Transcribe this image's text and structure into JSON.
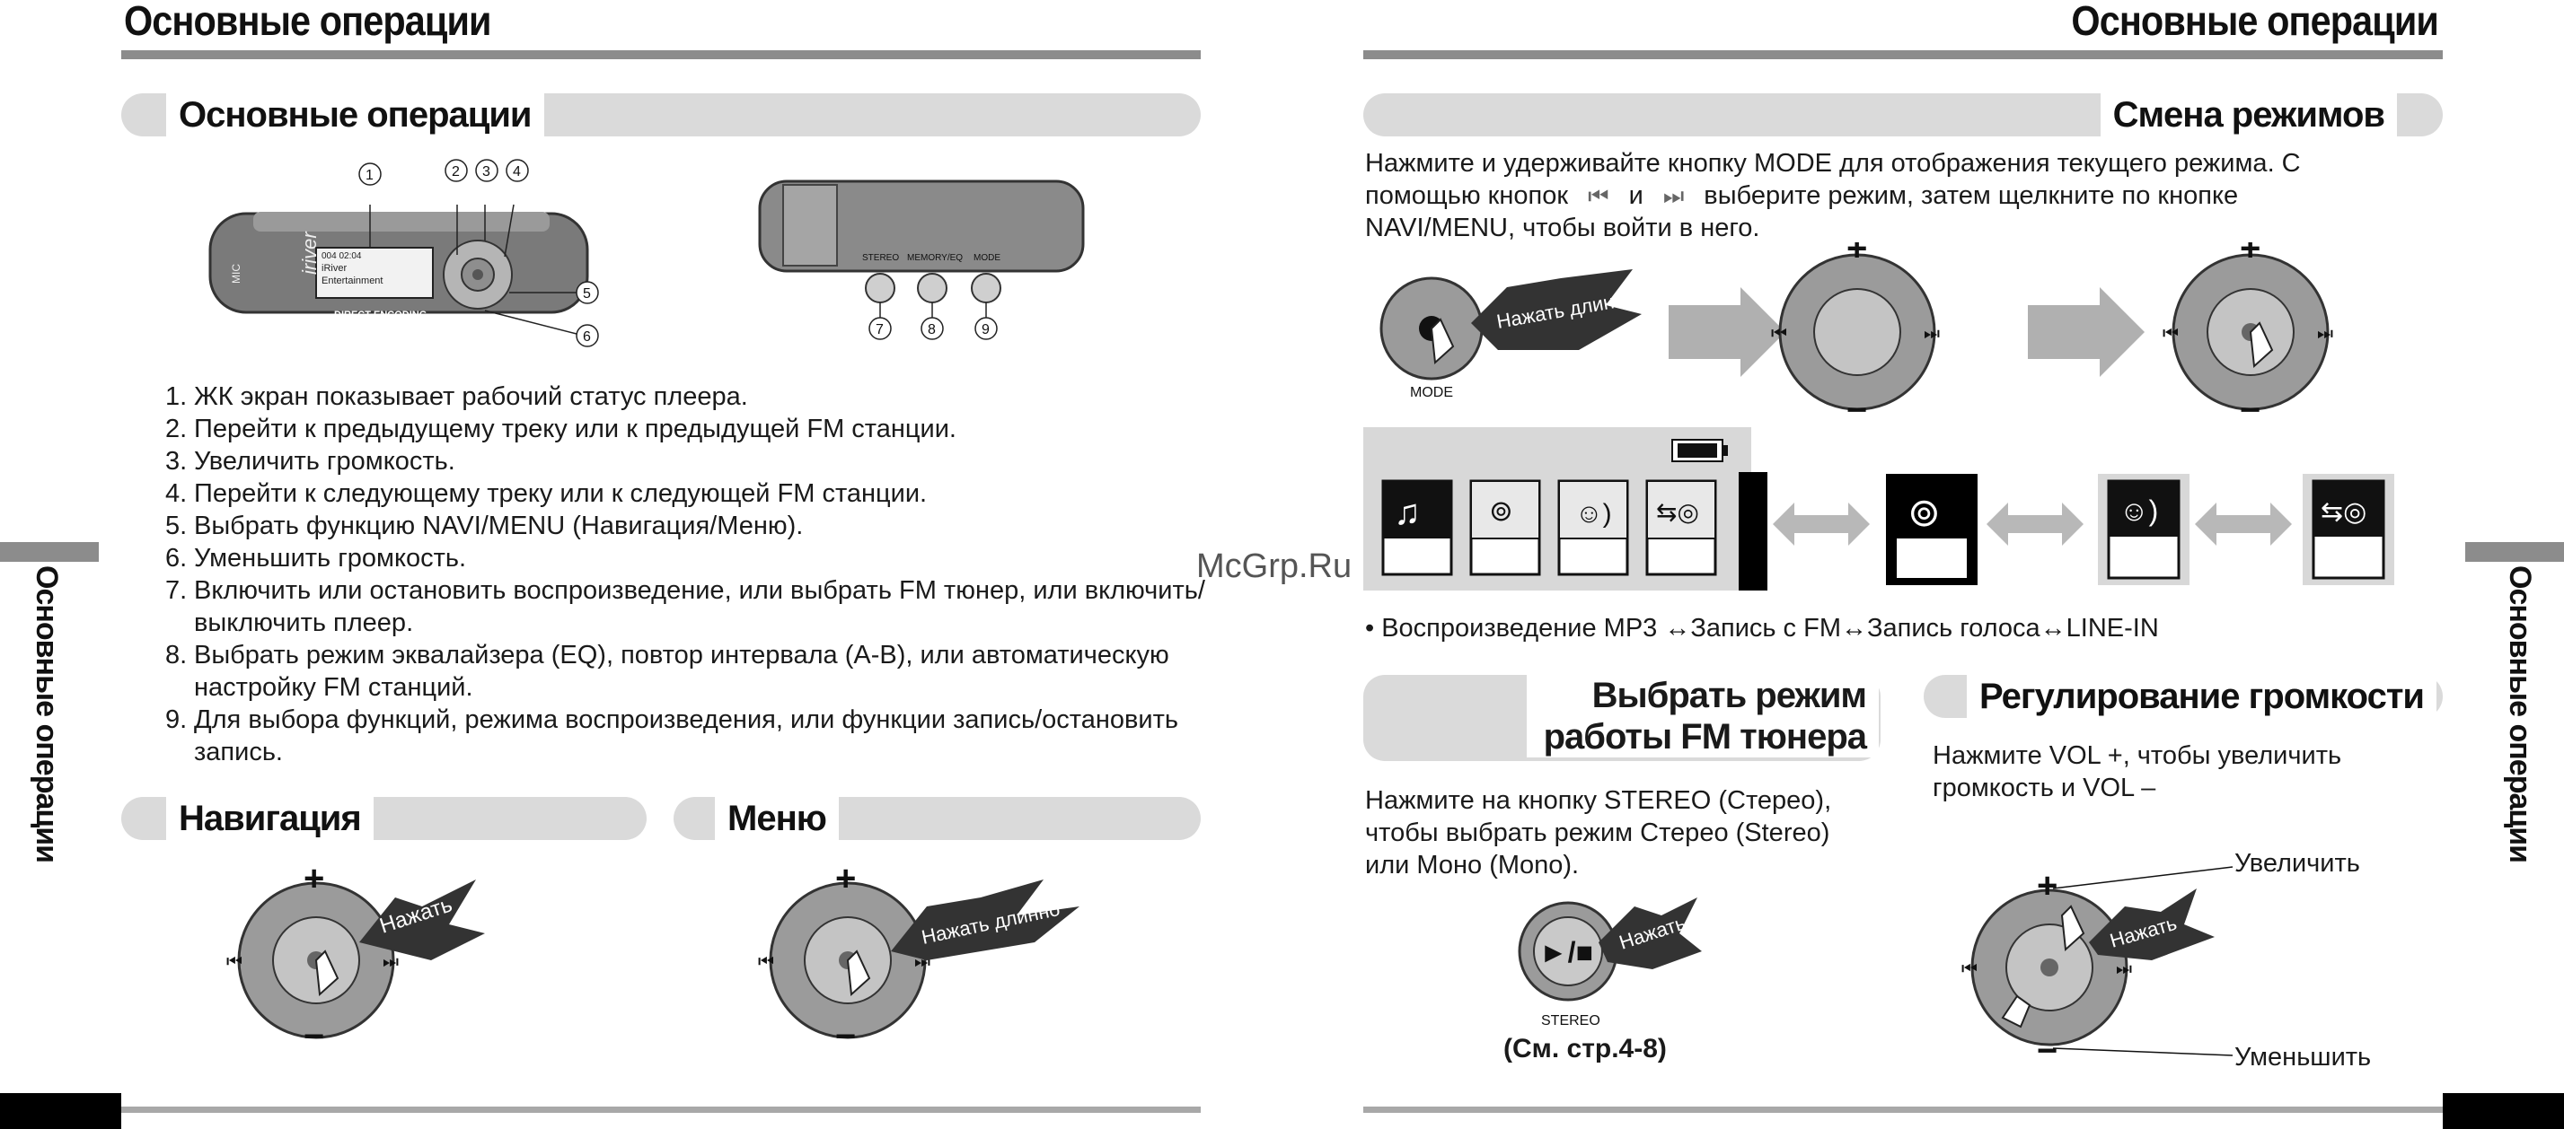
{
  "left_page": {
    "header_title": "Основные операции",
    "section_title": "Основные операции",
    "diagram": {
      "callouts": [
        "1",
        "2",
        "3",
        "4",
        "5",
        "6",
        "7",
        "8",
        "9"
      ],
      "lcd_lines": [
        "004  02:04",
        "iRiver",
        "Entertainment",
        "DIRECT ENCODING"
      ],
      "mic_label": "MIC",
      "brand": "iriver",
      "button_labels": [
        "STEREO",
        "MEMORY/EQ",
        "MODE"
      ]
    },
    "items": [
      {
        "num": "1.",
        "text": "ЖК экран показывает рабочий статус плеера."
      },
      {
        "num": "2.",
        "text": "Перейти к предыдущему треку или к предыдущей FM станции."
      },
      {
        "num": "3.",
        "text": "Увеличить громкость."
      },
      {
        "num": "4.",
        "text": "Перейти к следующему треку или к следующей FM станции."
      },
      {
        "num": "5.",
        "text": "Выбрать функцию NAVI/MENU (Навигация/Меню)."
      },
      {
        "num": "6.",
        "text": "Уменьшить громкость."
      },
      {
        "num": "7.",
        "text": "Включить или остановить воспроизведение, или выбрать FM тюнер, или включить/",
        "cont": "выключить плеер."
      },
      {
        "num": "8.",
        "text": "Выбрать режим эквалайзера (EQ), повтор интервала (A-B), или автоматическую",
        "cont": "настройку FM станций."
      },
      {
        "num": "9.",
        "text": "Для выбора функций, режима воспроизведения, или функции запись/остановить",
        "cont": "запись."
      }
    ],
    "nav_section": {
      "title": "Навигация",
      "bubble": "Нажать",
      "plus": "+",
      "minus": "−"
    },
    "menu_section": {
      "title": "Меню",
      "bubble": "Нажать длинно",
      "plus": "+",
      "minus": "−"
    },
    "side_text": "Основные операции"
  },
  "right_page": {
    "header_title": "Основные операции",
    "mode_section": {
      "title": "Смена режимов",
      "text_lines": [
        "Нажмите и удерживайте кнопку MODE для отображения текущего режима. С",
        "помощью кнопок",
        "и",
        "выберите режим, затем щелкните по кнопке",
        "NAVI/MENU, чтобы войти в него."
      ],
      "mode_label": "MODE",
      "bubble": "Нажать длинно",
      "bullet": "• Воспроизведение MP3 ↔Запись с FM↔Запись голоса↔LINE-IN",
      "plus": "+",
      "minus": "−"
    },
    "fm_section": {
      "title_lines": [
        "Выбрать режим",
        "работы FM тюнера"
      ],
      "text_lines": [
        "Нажмите на кнопку STEREO (Стерео),",
        "чтобы выбрать режим Стерео (Stereo)",
        "или Моно (Mono)."
      ],
      "bubble": "Нажать",
      "button_label": "STEREO",
      "button_glyph": "►/■",
      "ref": "(См. стр.4-8)"
    },
    "volume_section": {
      "title": "Регулирование громкости",
      "text_lines": [
        "Нажмите VOL +, чтобы увеличить",
        "громкость и VOL  –"
      ],
      "increase": "Увеличить",
      "decrease": "Уменьшить",
      "bubble": "Нажать",
      "plus": "+",
      "minus": "−"
    },
    "side_text": "Основные операции"
  },
  "watermark": "McGrp.Ru",
  "colors": {
    "rule": "#8c8c8c",
    "pill": "#dadada",
    "black": "#000000"
  }
}
